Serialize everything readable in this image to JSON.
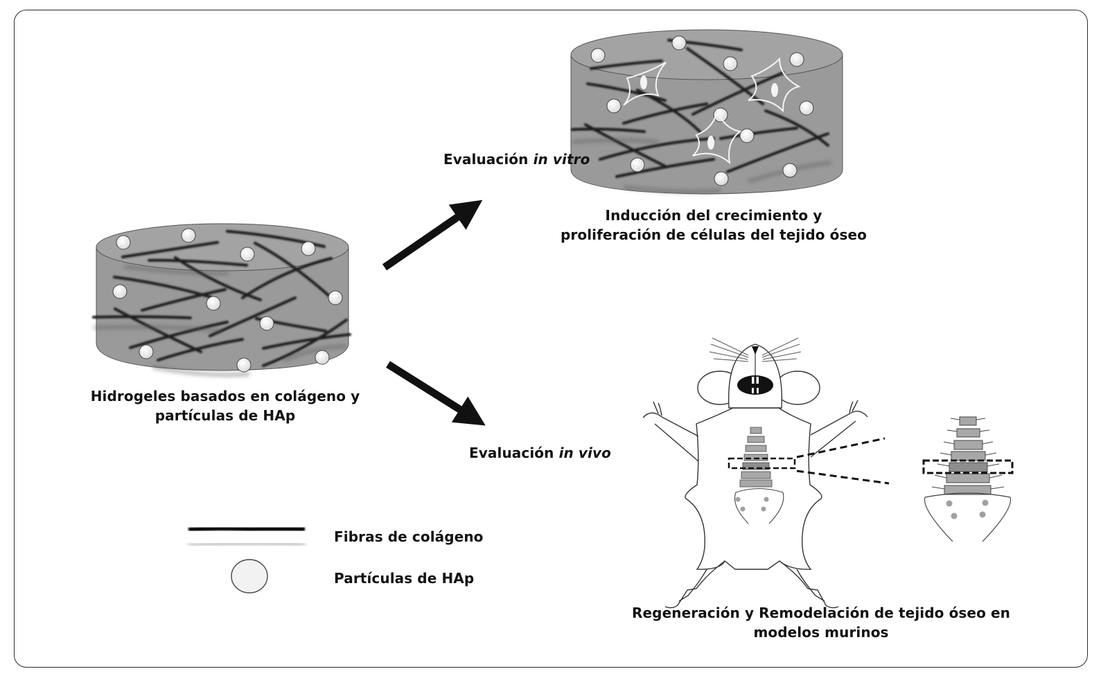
{
  "diagram": {
    "source_panel": {
      "title_line1": "Hidrogeles basados en colágeno y",
      "title_line2": "partículas de HAp"
    },
    "branches": [
      {
        "id": "in-vitro",
        "label_prefix": "Evaluación",
        "label_italic": "in vitro",
        "result_line1": "Inducción del crecimiento y",
        "result_line2": "proliferación de células del tejido óseo"
      },
      {
        "id": "in-vivo",
        "label_prefix": "Evaluación",
        "label_italic": "in vivo",
        "result_line1": "Regeneración y Remodelación de tejido óseo en",
        "result_line2": "modelos murinos"
      }
    ],
    "legend": [
      {
        "symbol": "collagen-fiber",
        "label": "Fibras de colágeno"
      },
      {
        "symbol": "hap-particle",
        "label": "Partículas de HAp"
      }
    ],
    "colors": {
      "hydrogel_fill": "#9a9a9a",
      "fiber": "#1e1e1e",
      "particle": "#f2f2f2",
      "vertebra": "#a8a8a8",
      "frame": "#2a2a2a"
    }
  }
}
